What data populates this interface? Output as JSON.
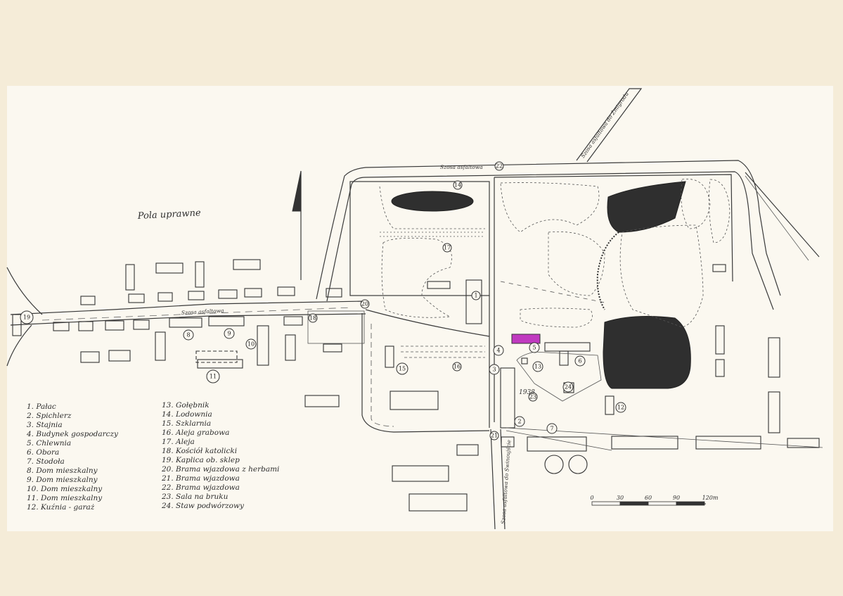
{
  "map": {
    "fields_label": "Pola uprawne",
    "roads": {
      "top": "Szosa asfaltowa",
      "northeast": "Szosa asfaltowa do Żmigrodu",
      "west": "Szosa asfaltowa",
      "south": "Szosa asfaltowa do Świnoujście"
    },
    "year_label": "1938",
    "legend_col1": [
      "1. Pałac",
      "2. Spichlerz",
      "3. Stajnia",
      "4. Budynek gospodarczy",
      "5. Chlewnia",
      "6. Obora",
      "7. Stodoła",
      "8. Dom mieszkalny",
      "9. Dom mieszkalny",
      "10. Dom mieszkalny",
      "11. Dom mieszkalny",
      "12. Kuźnia - garaż"
    ],
    "legend_col2": [
      "13. Gołębnik",
      "14. Lodownia",
      "15. Szklarnia",
      "16. Aleja grabowa",
      "17. Aleja",
      "18. Kościół katolicki",
      "19. Kaplica ob. sklep",
      "20. Brama wjazdowa z herbami",
      "21. Brama wjazdowa",
      "22. Brama wjazdowa",
      "23. Sala na bruku",
      "24. Staw podwórzowy"
    ],
    "scale": {
      "ticks": [
        "0",
        "30",
        "60",
        "90",
        "120m"
      ]
    },
    "markers": [
      "1",
      "2",
      "3",
      "4",
      "5",
      "6",
      "7",
      "8",
      "9",
      "10",
      "11",
      "12",
      "13",
      "14",
      "15",
      "16",
      "17",
      "18",
      "19",
      "20",
      "21",
      "22",
      "23",
      "24"
    ],
    "colors": {
      "paper": "#f5ecd8",
      "sheet": "#fbf8f0",
      "ink": "#333333",
      "highlight": "#b030b0"
    }
  }
}
